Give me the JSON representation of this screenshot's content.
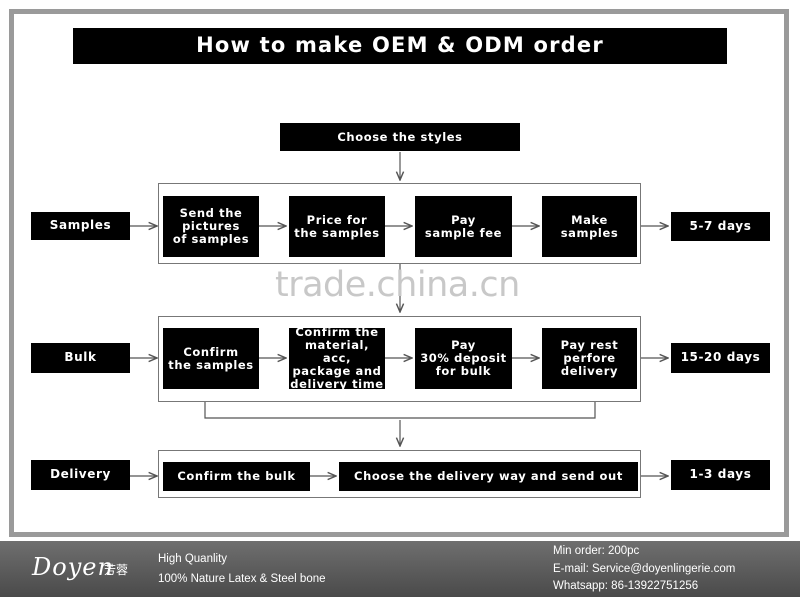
{
  "header": {
    "title": "How to make OEM & ODM order"
  },
  "diagram": {
    "start": "Choose the styles",
    "samples": {
      "label": "Samples",
      "steps": [
        "Send the\npictures\nof samples",
        "Price for\nthe samples",
        "Pay\nsample fee",
        "Make\nsamples"
      ],
      "duration": "5-7 days"
    },
    "bulk": {
      "label": "Bulk",
      "steps": [
        "Confirm\nthe samples",
        "Confirm the\nmaterial, acc,\npackage and\ndelivery time",
        "Pay\n30% deposit\nfor bulk",
        "Pay rest\nperfore\ndelivery"
      ],
      "duration": "15-20 days"
    },
    "delivery": {
      "label": "Delivery",
      "steps": [
        "Confirm the bulk",
        "Choose the delivery way and send out"
      ],
      "duration": "1-3 days"
    }
  },
  "watermark": "trade.china.cn",
  "footer": {
    "brand": "Doyen",
    "brand_cn": "芳蓉",
    "quality": "High Quanlity",
    "material": "100% Nature Latex & Steel bone",
    "min_order": "Min order: 200pc",
    "email": "E-mail: Service@doyenlingerie.com",
    "whatsapp": "Whatsapp: 86-13922751256"
  }
}
